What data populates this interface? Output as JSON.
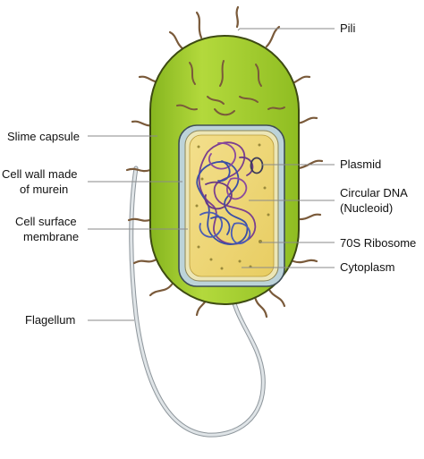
{
  "diagram": {
    "labels": {
      "pili": "Pili",
      "slime_capsule": "Slime capsule",
      "cell_wall_line1": "Cell wall made",
      "cell_wall_line2": "of murein",
      "cell_surface_line1": "Cell surface",
      "cell_surface_line2": "membrane",
      "flagellum": "Flagellum",
      "plasmid": "Plasmid",
      "circular_dna_line1": "Circular DNA",
      "circular_dna_line2": "(Nucleoid)",
      "ribosome": "70S Ribosome",
      "cytoplasm": "Cytoplasm"
    },
    "colors": {
      "capsule": "#a6cf2e",
      "capsule_shade": "#7fa81c",
      "cell_wall": "#bcd3d9",
      "membrane": "#e9e3b0",
      "cytoplasm": "#efd77a",
      "dna_purple": "#7b3f8f",
      "dna_blue": "#3a4fa6",
      "pili": "#7a5a3a",
      "flagellum": "#c9cfd4"
    }
  }
}
